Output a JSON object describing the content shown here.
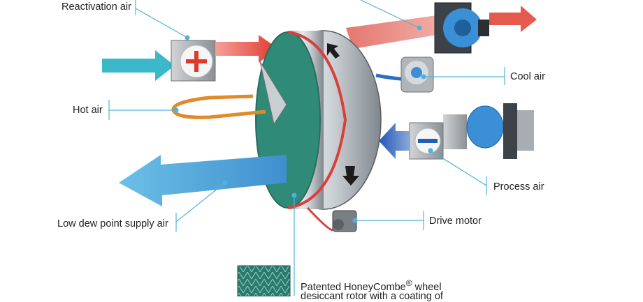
{
  "labels": {
    "reactivation_air": "Reactivation air",
    "hot_air": "Hot air",
    "cool_air": "Cool air",
    "process_air": "Process air",
    "low_dew_point_supply_air": "Low dew point supply air",
    "drive_motor": "Drive motor",
    "honeycombe_wheel_main": "Patented HoneyCombe",
    "honeycombe_wheel_reg": "®",
    "honeycombe_wheel_tail": " wheel",
    "honeycombe_wheel_line2": "desiccant rotor with a coating of"
  },
  "icons": {
    "heater": "plus-icon",
    "cooler": "minus-icon"
  },
  "colors": {
    "leader_line": "#4fb3d9",
    "hot_arrow": "#e04a3a",
    "cold_arrow": "#2a6fc0",
    "supply_arrow": "#4aa3d6",
    "inlet_arrow": "#39b5c9",
    "wheel_face": "#2f8a78",
    "drive_belt": "#d9403a"
  }
}
